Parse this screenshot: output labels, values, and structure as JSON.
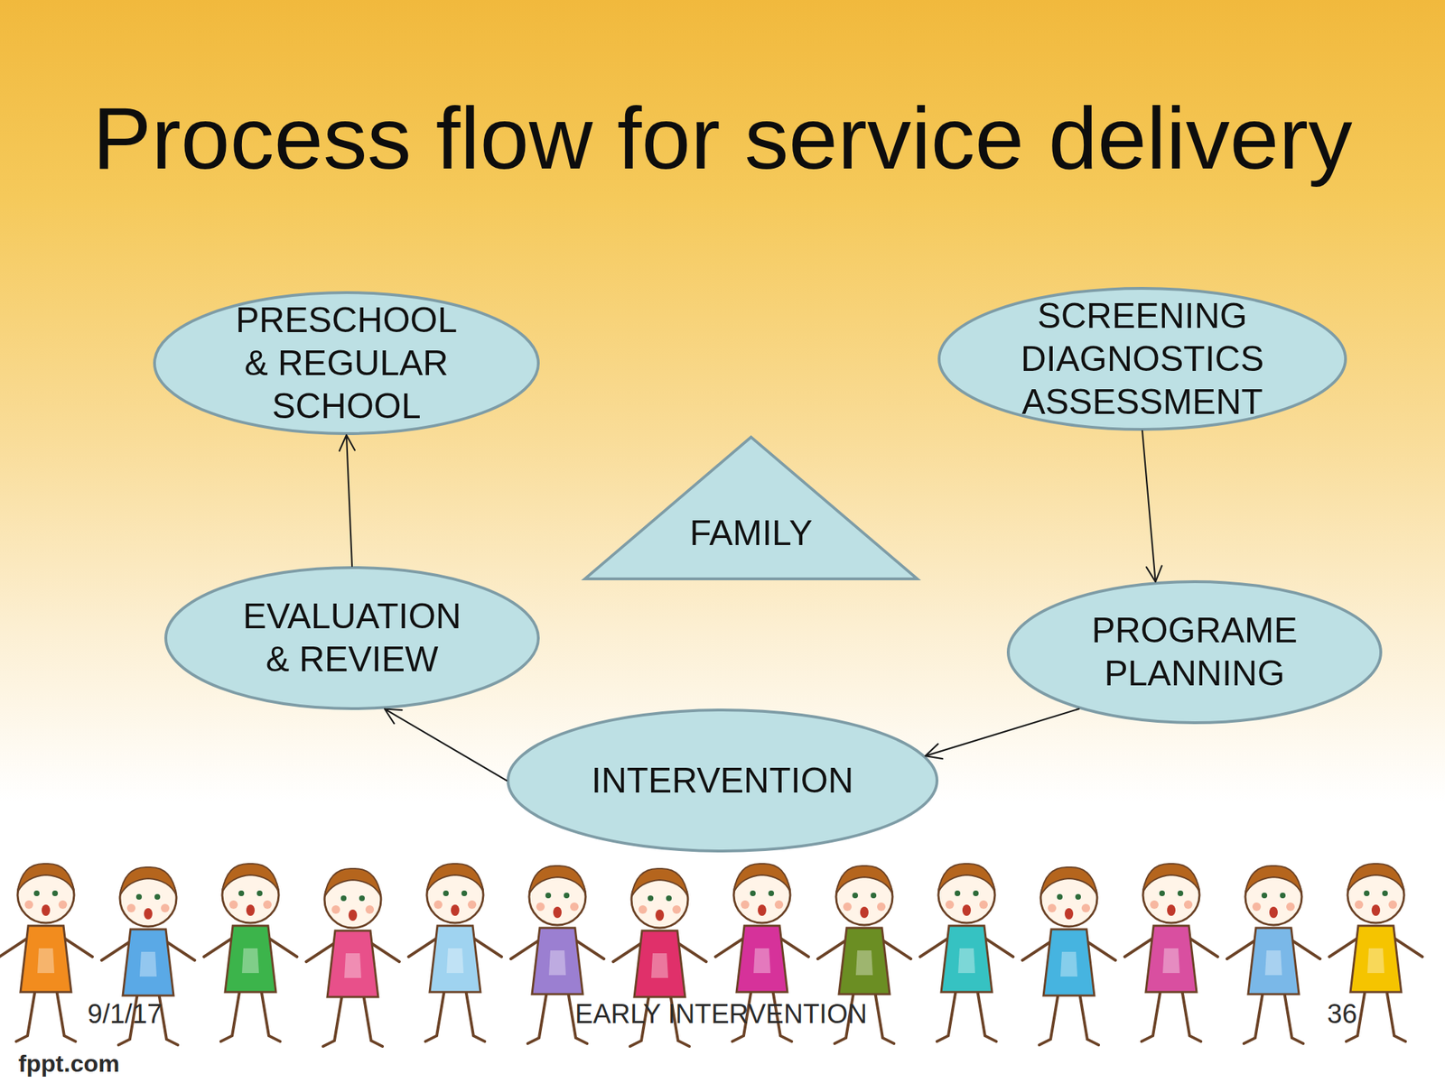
{
  "diagram": {
    "title": "Process flow for service delivery",
    "nodes": [
      {
        "text": [
          "PRESCHOOL & REGULAR SCHOOL"
        ]
      },
      {
        "text": [
          "SCREENING DIAGNOSTICS ASSESSMENT"
        ]
      },
      {
        "text": [
          "FAMILY"
        ]
      },
      {
        "text": [
          "EVALUATION & REVIEW"
        ]
      },
      {
        "text": [
          "PROGRAME PLANNING"
        ]
      },
      {
        "text": [
          "INTERVENTION"
        ]
      }
    ],
    "edges": [
      {
        "from": 1,
        "to": 4,
        "arrow": "to"
      },
      {
        "from": 4,
        "to": 5,
        "arrow": "to"
      },
      {
        "from": 5,
        "to": 3,
        "arrow": "to"
      },
      {
        "from": 3,
        "to": 0,
        "arrow": "to"
      }
    ],
    "labels": [
      "9/1/17",
      "EARLY INTERVENTION",
      "36",
      "fppt.com"
    ]
  }
}
